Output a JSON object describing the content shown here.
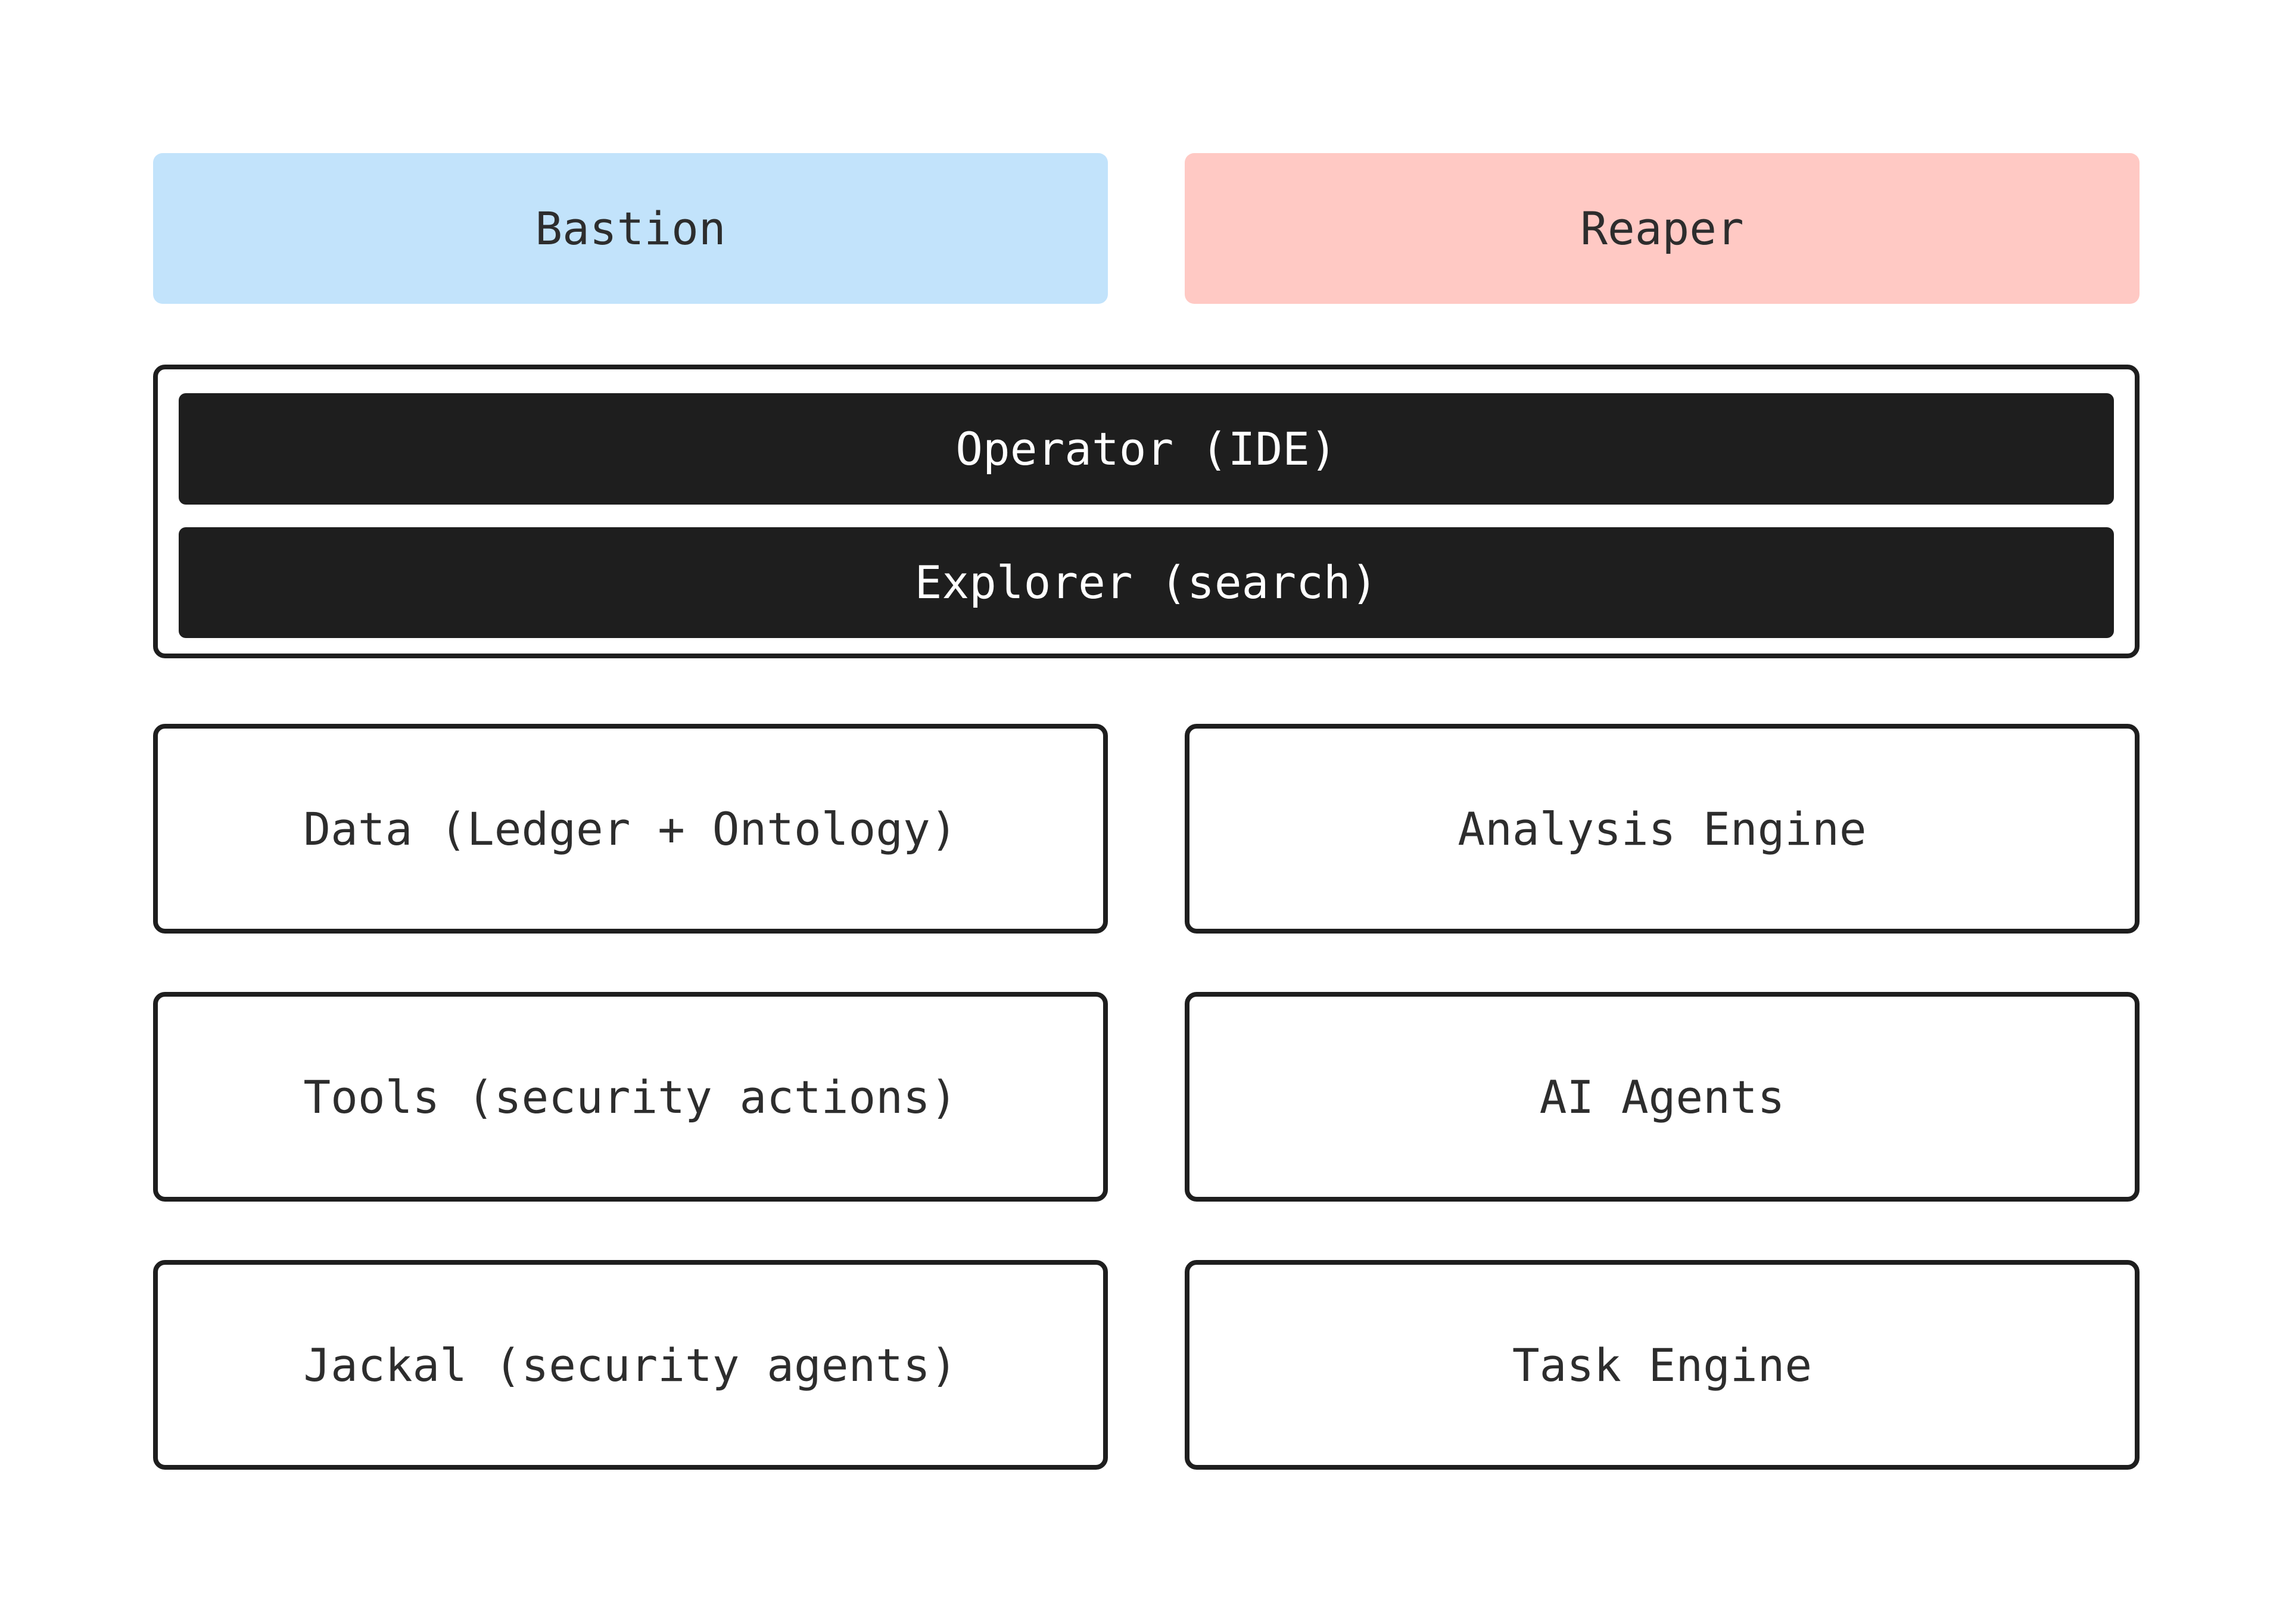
{
  "palette": {
    "page_bg": "#FFFFFF",
    "bastion_bg": "#C2E3FB",
    "reaper_bg": "#FFC9C4",
    "dark": "#1E1E1E",
    "border": "#1E1E1E",
    "text_dark": "#2D2D2D",
    "text_light": "#FFFFFF"
  },
  "header": {
    "left_label": "Bastion",
    "right_label": "Reaper"
  },
  "shared_panel": {
    "items": [
      {
        "label": "Operator (IDE)"
      },
      {
        "label": "Explorer (search)"
      }
    ]
  },
  "grid": {
    "left_column": [
      {
        "label": "Data (Ledger + Ontology)"
      },
      {
        "label": "Tools (security actions)"
      },
      {
        "label": "Jackal (security agents)"
      }
    ],
    "right_column": [
      {
        "label": "Analysis Engine"
      },
      {
        "label": "AI Agents"
      },
      {
        "label": "Task Engine"
      }
    ]
  }
}
